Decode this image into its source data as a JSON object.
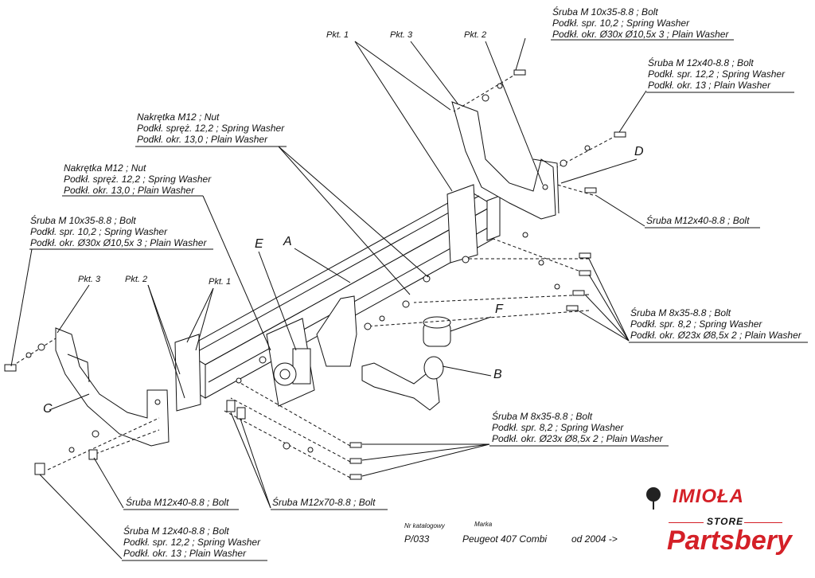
{
  "labels": {
    "top_bolt_right": [
      "Śruba M 10x35-8.8  ;  Bolt",
      "Podkł. spr. 10,2  ; Spring Washer",
      "Podkł. okr.  Ø30x Ø10,5x 3 ; Plain Washer"
    ],
    "bolt_m12_right": [
      "Śruba M 12x40-8.8  ;  Bolt",
      "Podkł. spr. 12,2  ; Spring Washer",
      "Podkł. okr. 13  ; Plain Washer"
    ],
    "nut_upper": [
      "Nakrętka  M12 ; Nut",
      "Podkł. spręż. 12,2  ; Spring Washer",
      "Podkł. okr. 13,0  ; Plain Washer"
    ],
    "nut_lower": [
      "Nakrętka  M12 ; Nut",
      "Podkł. spręż. 12,2  ; Spring Washer",
      "Podkł. okr. 13,0  ; Plain Washer"
    ],
    "bolt_m10_left": [
      "Śruba  M 10x35-8.8  ;  Bolt",
      "Podkł. spr. 10,2  ; Spring Washer",
      "Podkł. okr.  Ø30x Ø10,5x 3 ; Plain Washer"
    ],
    "bolt_m12x40_D": [
      "Śruba M12x40-8.8  ;  Bolt"
    ],
    "bolt_m8_right": [
      "Śruba M 8x35-8.8   ;  Bolt",
      "Podkł. spr. 8,2   ; Spring Washer",
      "Podkł. okr.  Ø23x Ø8,5x 2 ; Plain Washer"
    ],
    "bolt_m8_bottom": [
      "Śruba M 8x35-8.8  ;  Bolt",
      "Podkł. spr. 8,2   ; Spring Washer",
      "Podkł. okr.  Ø23x Ø8,5x 2 ; Plain Washer"
    ],
    "bolt_m12x40_bottom": [
      "Śruba M12x40-8.8  ;  Bolt"
    ],
    "bolt_m12x70": [
      "Śruba M12x70-8.8  ;  Bolt"
    ],
    "bolt_m12_bottom_left": [
      "Śruba M 12x40-8.8  ;  Bolt",
      "Podkł. spr. 12,2  ; Spring Washer",
      "Podkł. okr. 13  ; Plain Washer"
    ]
  },
  "parts": {
    "A": "A",
    "B": "B",
    "C": "C",
    "D": "D",
    "E": "E",
    "F": "F"
  },
  "points": {
    "pkt1_top": "Pkt. 1",
    "pkt3_top": "Pkt. 3",
    "pkt2_top": "Pkt. 2",
    "pkt3_left": "Pkt. 3",
    "pkt2_left": "Pkt. 2",
    "pkt1_left": "Pkt. 1"
  },
  "title_block": {
    "catalog_label": "Nr katalogowy",
    "catalog_value": "P/033",
    "brand_label": "Marka",
    "brand_value": "Peugeot 407 Combi",
    "date_value": "od 2004 ->"
  },
  "branding": {
    "maker": "IMIOŁA",
    "store_word": "STORE",
    "store_name": "Partsbery",
    "maker_color": "#d42027",
    "store_color": "#d42027"
  }
}
